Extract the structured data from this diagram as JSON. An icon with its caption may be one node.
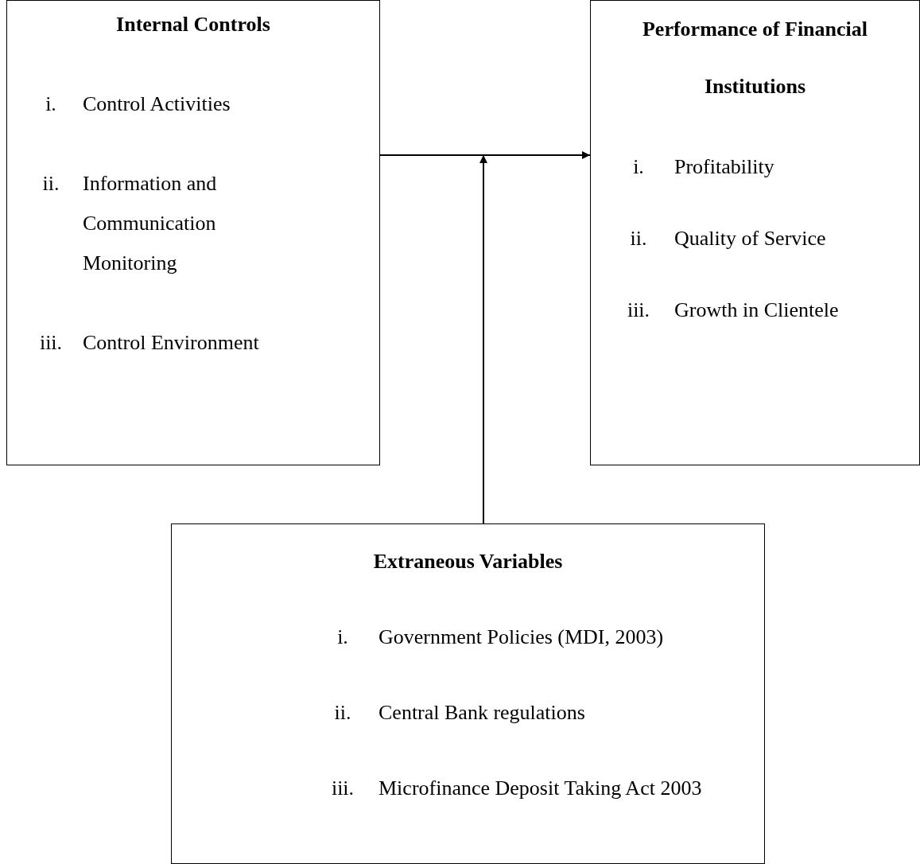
{
  "diagram": {
    "nodes": [
      {
        "text": [
          "Internal Controls",
          "i.",
          "Control Activities",
          "ii.",
          "Information and Communication Monitoring",
          "iii.",
          "Control Environment"
        ]
      },
      {
        "text": [
          "Performance of Financial Institutions",
          "i.",
          "Profitability",
          "ii.",
          "Quality of Service",
          "iii.",
          "Growth in Clientele"
        ]
      },
      {
        "text": [
          "Extraneous Variables",
          "i.",
          "Government Policies (MDI, 2003)",
          "ii.",
          "Central Bank regulations",
          "iii.",
          "Microfinance Deposit Taking Act 2003"
        ]
      }
    ],
    "edges": [
      {
        "from": 0,
        "to": 1,
        "arrow": "to"
      },
      {
        "from": 2,
        "to": null,
        "arrow": "to"
      }
    ]
  }
}
